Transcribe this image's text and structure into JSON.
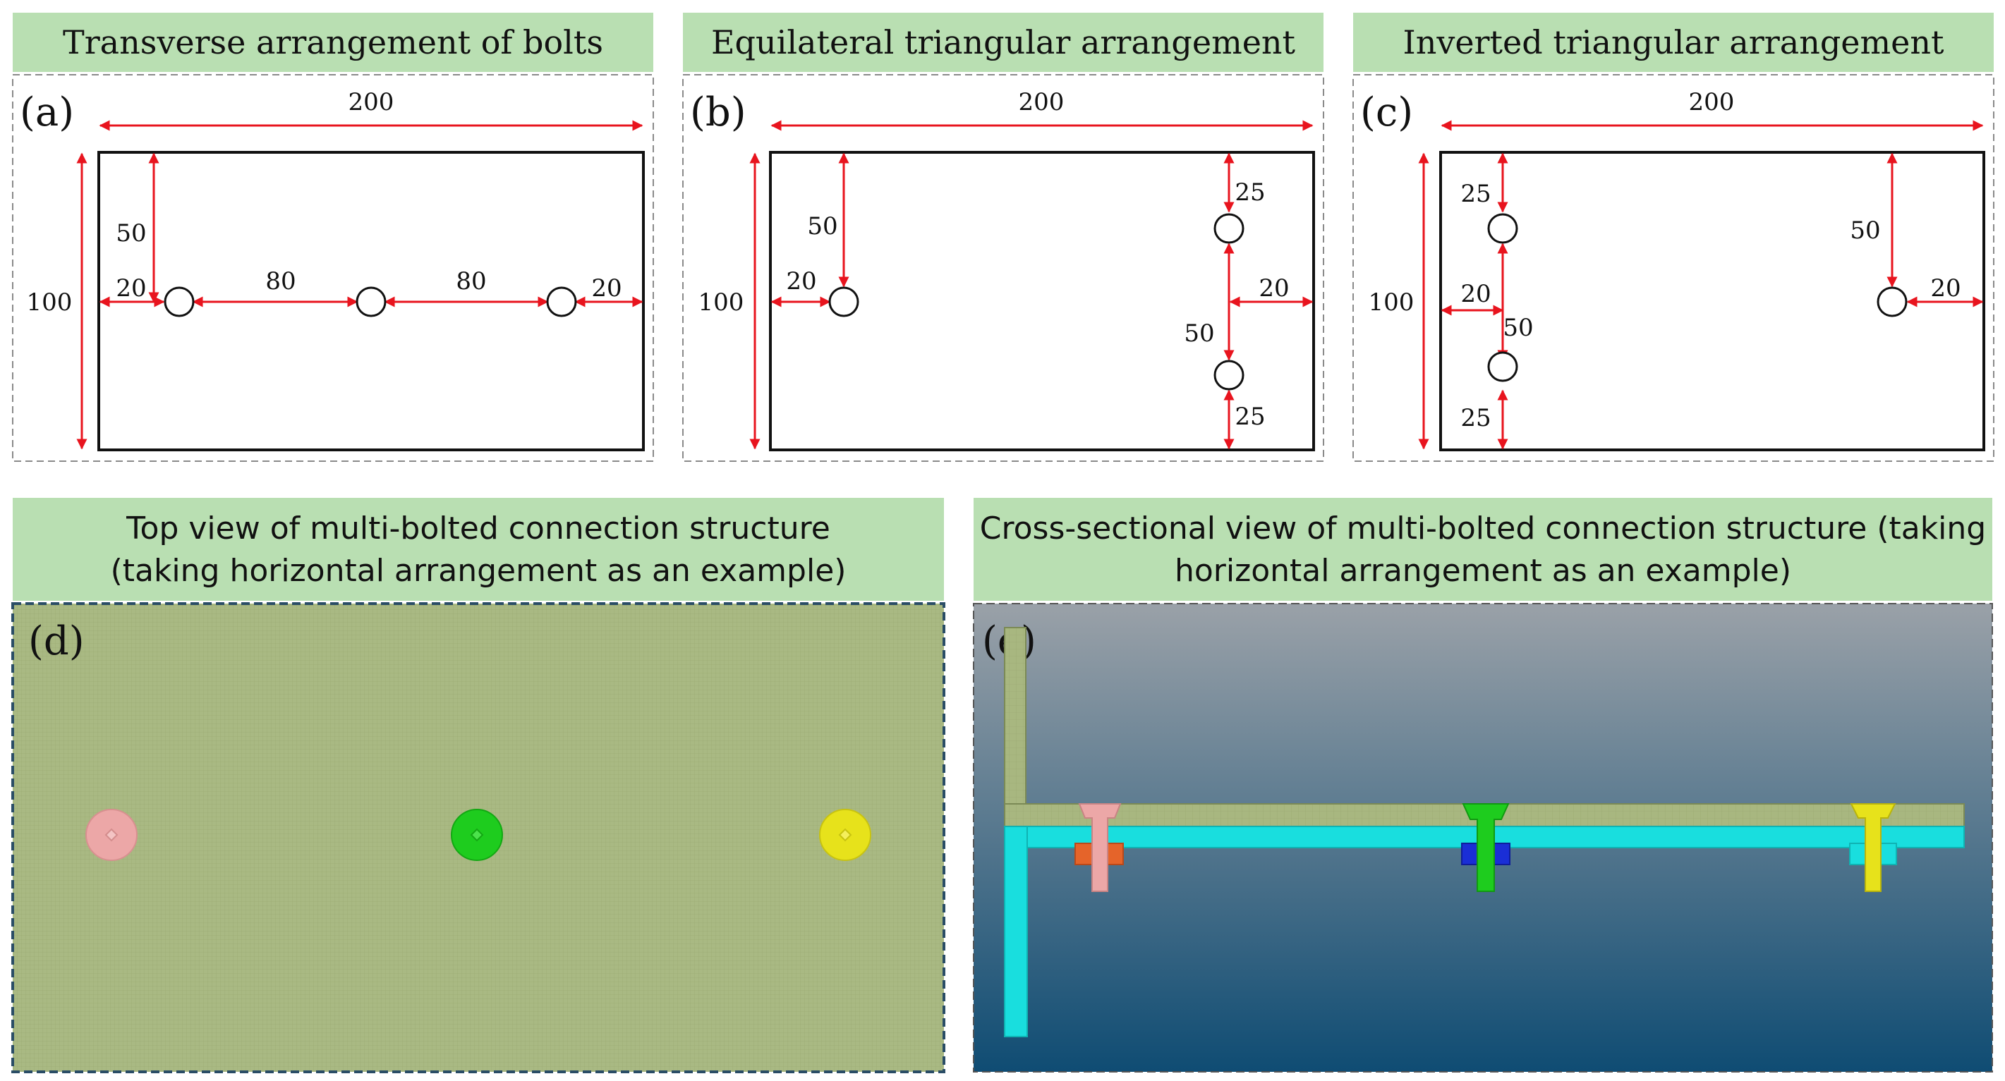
{
  "colors": {
    "header_bg": "#b9dfb2",
    "dimension": "#e8141e",
    "plate_top": "#a8b780",
    "model_bg_top": "#9aa1a8",
    "model_bg_bottom": "#0f4c73",
    "cyan_plate": "#19dede",
    "bolt_pink": "#eca7a7",
    "nut_orange": "#e5642a",
    "bolt_green": "#1ecc1e",
    "nut_blue": "#1a2ed6",
    "bolt_yellow": "#e7e21b"
  },
  "panels": {
    "a": {
      "label": "(a)",
      "title": "Transverse arrangement of bolts",
      "dims": {
        "width": "200",
        "height": "100",
        "vertical": "50",
        "left_edge": "20",
        "spacing_1": "80",
        "spacing_2": "80",
        "right_edge": "20"
      }
    },
    "b": {
      "label": "(b)",
      "title": "Equilateral triangular arrangement",
      "dims": {
        "width": "200",
        "height": "100",
        "vertical": "50",
        "left_edge": "20",
        "top": "25",
        "right_edge": "20",
        "middle": "50",
        "bottom": "25"
      }
    },
    "c": {
      "label": "(c)",
      "title": "Inverted triangular arrangement",
      "dims": {
        "width": "200",
        "height": "100",
        "top": "25",
        "left_edge": "20",
        "middle": "50",
        "bottom": "25",
        "vertical": "50",
        "right_edge": "20"
      }
    },
    "d": {
      "label": "(d)",
      "title_line1": "Top view of multi-bolted connection structure",
      "title_line2": "(taking horizontal arrangement as an example)"
    },
    "e": {
      "label": "(e)",
      "title_line1": "Cross-sectional view of multi-bolted connection structure (taking",
      "title_line2": "horizontal arrangement as an example)"
    }
  }
}
